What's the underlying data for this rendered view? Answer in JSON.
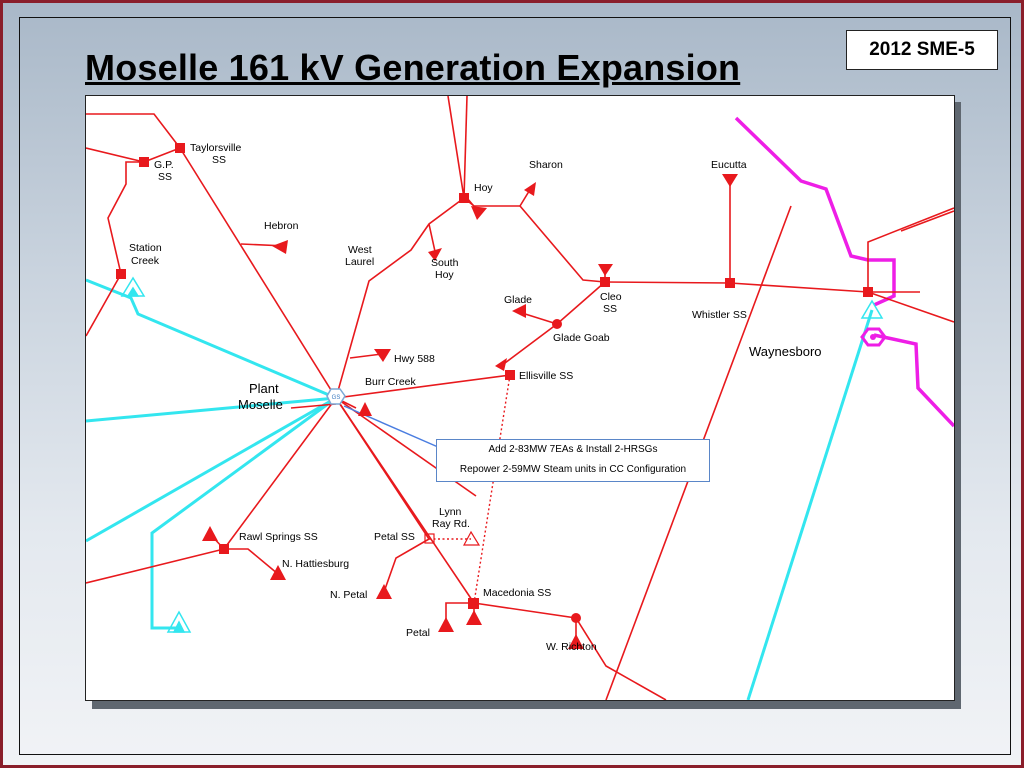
{
  "slide": {
    "title": "Moselle 161 kV Generation Expansion",
    "badge": "2012 SME-5"
  },
  "callout": {
    "line1": "Add 2-83MW 7EAs & Install 2-HRSGs",
    "line2": "Repower 2-59MW Steam units in CC Configuration"
  },
  "labels": {
    "taylorsville": [
      "Taylorsville",
      "SS"
    ],
    "gp": [
      "G.P.",
      "SS"
    ],
    "station_creek": [
      "Station",
      "Creek"
    ],
    "hebron": "Hebron",
    "west_laurel": [
      "West",
      "Laurel"
    ],
    "hoy": "Hoy",
    "sharon": "Sharon",
    "south_hoy": [
      "South",
      "Hoy"
    ],
    "eucutta": "Eucutta",
    "glade": "Glade",
    "cleo": [
      "Cleo",
      "SS"
    ],
    "whistler": "Whistler SS",
    "glade_goab": "Glade Goab",
    "waynesboro": "Waynesboro",
    "hwy588": "Hwy 588",
    "burr_creek": "Burr Creek",
    "ellisville": "Ellisville SS",
    "plant_moselle": [
      "Plant",
      "Moselle"
    ],
    "lynn_ray": [
      "Lynn",
      "Ray Rd."
    ],
    "petal_ss": "Petal SS",
    "rawl_springs": "Rawl Springs SS",
    "n_hattiesburg": "N. Hattiesburg",
    "n_petal": "N. Petal",
    "macedonia": "Macedonia SS",
    "petal": "Petal",
    "w_richton": "W. Richton"
  },
  "colors": {
    "line_161kv": "#e8191d",
    "line_other": "#33e6ef",
    "line_magenta": "#ee1ee6",
    "callout_border": "#5a86c8",
    "leader": "#4a7de0"
  }
}
